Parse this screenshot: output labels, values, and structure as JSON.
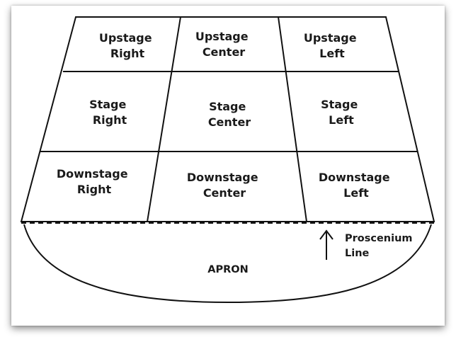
{
  "diagram": {
    "areas": {
      "upstage_right": [
        "Upstage",
        "Right"
      ],
      "upstage_center": [
        "Upstage",
        "Center"
      ],
      "upstage_left": [
        "Upstage",
        "Left"
      ],
      "stage_right": [
        "Stage",
        "Right"
      ],
      "stage_center": [
        "Stage",
        "Center"
      ],
      "stage_left": [
        "Stage",
        "Left"
      ],
      "downstage_right": [
        "Downstage",
        "Right"
      ],
      "downstage_center": [
        "Downstage",
        "Center"
      ],
      "downstage_left": [
        "Downstage",
        "Left"
      ]
    },
    "proscenium_label": [
      "Proscenium",
      "Line"
    ],
    "apron_label": "APRON",
    "colors": {
      "line": "#111111",
      "background": "#ffffff"
    },
    "icons": {
      "proscenium_pointer": "up-arrow-icon"
    }
  }
}
